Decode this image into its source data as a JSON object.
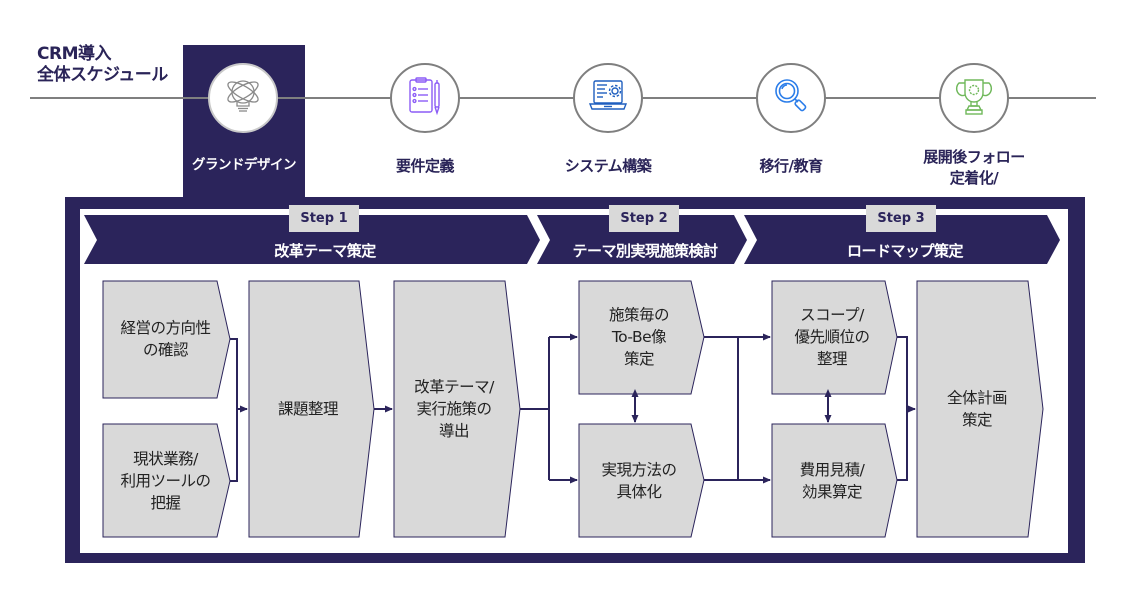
{
  "title": {
    "line1": "CRM導入",
    "line2": "全体スケジュール"
  },
  "phases": [
    {
      "label": "グランドデザイン",
      "icon": "lightbulb-icon",
      "active": true
    },
    {
      "label": "要件定義",
      "icon": "clipboard-pen-icon",
      "active": false
    },
    {
      "label": "システム構築",
      "icon": "laptop-gear-icon",
      "active": false
    },
    {
      "label": "移行/教育",
      "icon": "magnifier-icon",
      "active": false
    },
    {
      "label_line1": "展開後フォロー",
      "label_line2": "定着化/",
      "icon": "trophy-icon",
      "active": false
    }
  ],
  "steps": [
    {
      "tag": "Step 1",
      "label": "改革テーマ策定"
    },
    {
      "tag": "Step 2",
      "label": "テーマ別実現施策検討"
    },
    {
      "tag": "Step 3",
      "label": "ロードマップ策定"
    }
  ],
  "boxes": {
    "management_direction": [
      "経営の方向性",
      "の確認"
    ],
    "current_business": [
      "現状業務/",
      "利用ツールの",
      "把握"
    ],
    "issue_organization": [
      "課題整理"
    ],
    "theme_derivation": [
      "改革テーマ/",
      "実行施策の",
      "導出"
    ],
    "to_be": [
      "施策毎の",
      "To-Be像",
      "策定"
    ],
    "realization": [
      "実現方法の",
      "具体化"
    ],
    "scope_priority": [
      "スコープ/",
      "優先順位の",
      "整理"
    ],
    "cost_effect": [
      "費用見積/",
      "効果算定"
    ],
    "overall_plan": [
      "全体計画",
      "策定"
    ]
  },
  "colors": {
    "navy": "#2b245b",
    "grey_box": "#d9d9d9",
    "timeline": "#7f7f7f",
    "icon_purple": "#8b5cf6",
    "icon_blue": "#1f5fbf",
    "icon_lightblue": "#2b7de9",
    "icon_green": "#70b85b"
  }
}
